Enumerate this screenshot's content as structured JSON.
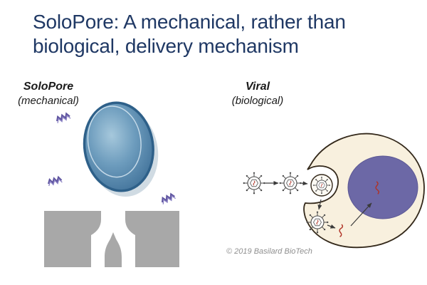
{
  "slide": {
    "title_line1": "SoloPore: A mechanical, rather than",
    "title_line2": "biological, delivery mechanism",
    "left_panel": {
      "label": "SoloPore",
      "sublabel": "(mechanical)"
    },
    "right_panel": {
      "label": "Viral",
      "sublabel": "(biological)"
    },
    "copyright": "© 2019 Basilard BioTech"
  },
  "colors": {
    "title_navy": "#1f3864",
    "cell_rim_blue": "#2e6089",
    "cell_fill_blue": "#6d9cbd",
    "cell_highlight": "#a6c8dc",
    "dna_purple": "#5f55a0",
    "chip_gray": "#a8a8a8",
    "membrane_outline": "#33281a",
    "cytoplasm_cream": "#f8f0de",
    "nucleus_purple": "#6c68a6",
    "rna_red": "#b03226",
    "copyright_gray": "#8f8f8f"
  },
  "icons": {
    "solopore-cell-icon": "blue-oval-cell",
    "dna-fragment-icon": "purple-zigzag-strand",
    "microfluidic-chip-icon": "gray-funnel-channel-with-nozzle",
    "virus-icon": "spiked-capsid-with-hexagon-core",
    "vesicle-icon": "membrane-circle-around-virus",
    "nucleus-icon": "purple-ellipse",
    "rna-squiggle-icon": "red-wavy-strand",
    "arrow-icon": "black-pointer-arrow"
  }
}
